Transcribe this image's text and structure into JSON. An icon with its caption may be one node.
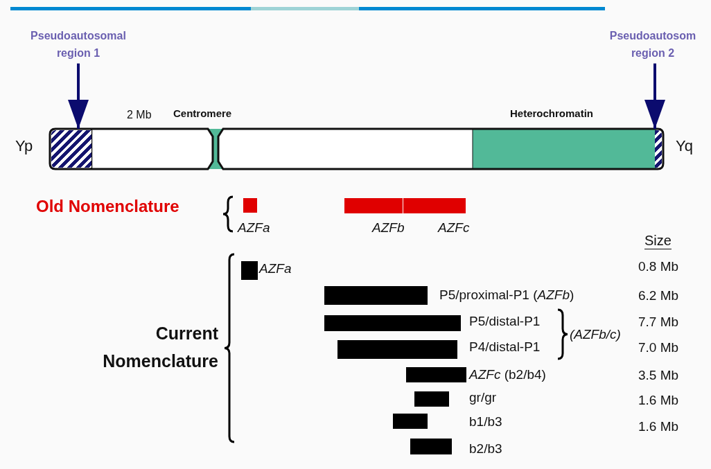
{
  "diagram": {
    "nodes": [
      {
        "text": [
          "Pseudoautosomal region 1"
        ]
      },
      {
        "text": [],
        "shape": "box"
      },
      {
        "text": [
          "Pseudoautosom region 2"
        ]
      },
      {
        "text": [],
        "shape": "box"
      },
      {
        "text": [],
        "shape": "bar"
      },
      {
        "text": [],
        "shape": "bar"
      },
      {
        "text": [],
        "shape": "bar"
      },
      {
        "text": [],
        "shape": "bar"
      },
      {
        "text": [],
        "shape": "bar"
      },
      {
        "text": [],
        "shape": "bar"
      },
      {
        "text": [],
        "shape": "bar"
      },
      {
        "text": [],
        "shape": "bar"
      },
      {
        "text": [],
        "shape": "bar"
      },
      {
        "text": [],
        "shape": "bar"
      },
      {
        "text": [],
        "shape": "bar"
      }
    ],
    "edges": [
      {
        "from": 0,
        "to": 1,
        "arrow": "to"
      },
      {
        "from": 2,
        "to": 3,
        "arrow": "to"
      }
    ],
    "labels": [
      "Yp",
      "2 Mb",
      "Centromere",
      "Heterochromatin",
      "Yq",
      "Old Nomenclature",
      "AZFa",
      "AZFb",
      "AZFc",
      "Size",
      "AZFa",
      "0.8 Mb",
      "P5/proximal-P1 (*AZFb*)",
      "6.2 Mb",
      "Current Nomenclature",
      "P5/distal-P1",
      "(AZFb/c)",
      "7.7 Mb",
      "P4/distal-P1",
      "7.0 Mb",
      "*AZFc* (b2/b4)",
      "3.5 Mb",
      "gr/gr",
      "1.6 Mb",
      "b1/b3",
      "1.6 Mb",
      "b2/b3"
    ]
  }
}
